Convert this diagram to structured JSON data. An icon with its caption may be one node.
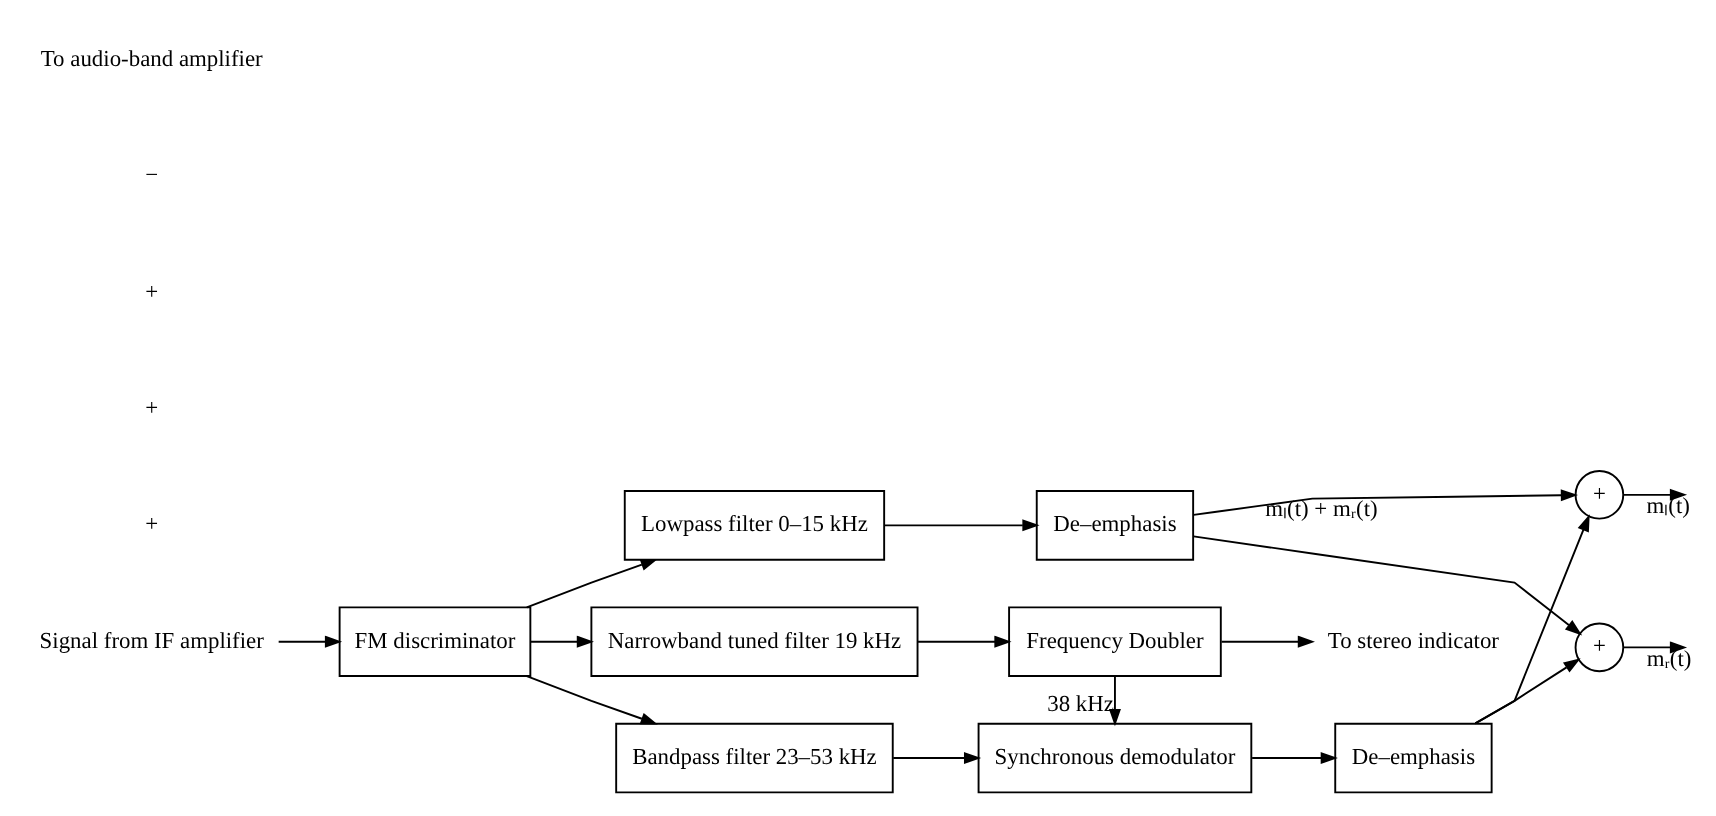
{
  "diagram": {
    "nodes": [
      {
        "text": [
          "Signal from IF amplifier"
        ]
      },
      {
        "text": [
          "FM discriminator"
        ]
      },
      {
        "text": [
          "Lowpass filter 0–15 kHz"
        ]
      },
      {
        "text": [
          "Narrowband tuned filter 19 kHz"
        ]
      },
      {
        "text": [
          "Bandpass filter 23–53 kHz"
        ]
      },
      {
        "text": [
          "De–emphasis"
        ]
      },
      {
        "text": [
          "Frequency Doubler"
        ]
      },
      {
        "text": [
          "Synchronous demodulator"
        ]
      },
      {
        "text": [
          "De–emphasis"
        ]
      },
      {
        "text": [
          "To stereo indicator"
        ]
      },
      {
        "text": [
          "+"
        ]
      },
      {
        "text": [
          "+"
        ]
      }
    ],
    "edges": [
      {
        "from": 0,
        "to": 1,
        "arrow": "to"
      },
      {
        "from": 1,
        "to": 2,
        "arrow": "to"
      },
      {
        "from": 1,
        "to": 3,
        "arrow": "to"
      },
      {
        "from": 1,
        "to": 4,
        "arrow": "to"
      },
      {
        "from": 2,
        "to": 5,
        "arrow": "to"
      },
      {
        "from": 3,
        "to": 6,
        "arrow": "to"
      },
      {
        "from": 6,
        "to": 9,
        "arrow": "to"
      },
      {
        "from": 6,
        "to": 7,
        "arrow": "to",
        "label": "38 kHz"
      },
      {
        "from": 4,
        "to": 7,
        "arrow": "to"
      },
      {
        "from": 7,
        "to": 8,
        "arrow": "to"
      },
      {
        "from": 5,
        "to": 10,
        "arrow": "to",
        "label": "mₗ(t) + mᵣ(t)"
      },
      {
        "from": 5,
        "to": 11,
        "arrow": "to"
      },
      {
        "from": 8,
        "to": 11,
        "arrow": "to"
      },
      {
        "from": 8,
        "to": 10,
        "arrow": "to"
      },
      {
        "from": 10,
        "to": null,
        "arrow": "to",
        "label": "mₗ(t)"
      },
      {
        "from": 11,
        "to": null,
        "arrow": "to",
        "label": "mᵣ(t)"
      }
    ],
    "labels": [
      "+",
      "+",
      "+",
      "−",
      "To audio-band amplifier"
    ]
  }
}
